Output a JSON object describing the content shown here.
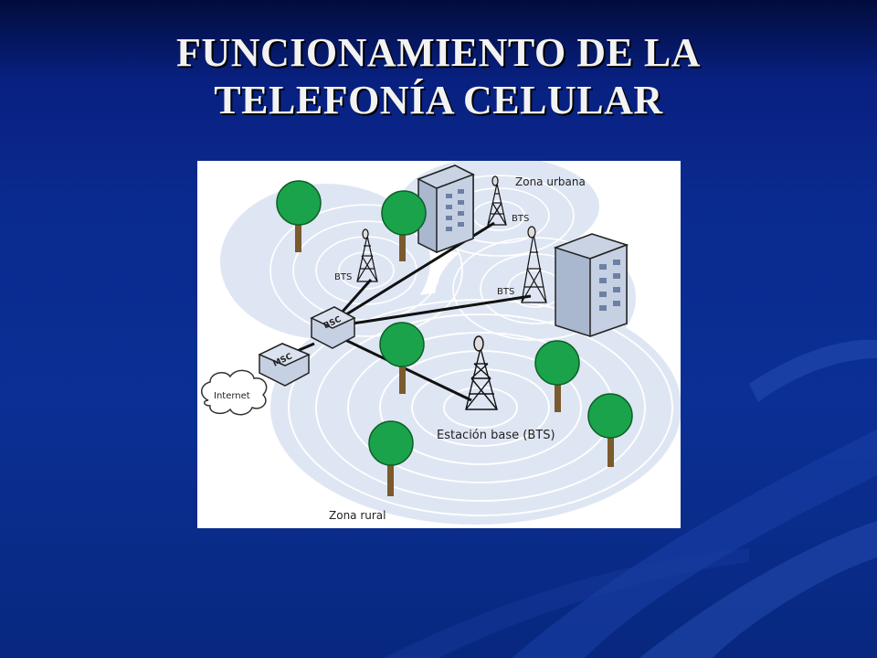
{
  "slide": {
    "title_line1": "FUNCIONAMIENTO DE LA",
    "title_line2": "TELEFONÍA CELULAR"
  },
  "diagram": {
    "zone_urban": "Zona urbana",
    "zone_rural": "Zona rural",
    "bts_label": "BTS",
    "base_station": "Estación base (BTS)",
    "bsc": "BSC",
    "msc": "MSC",
    "internet": "Internet"
  }
}
